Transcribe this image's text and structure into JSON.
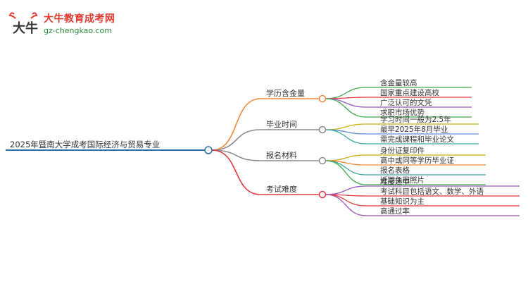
{
  "logo": {
    "title": "大牛教育成考网",
    "url": "gz-chengkao.com",
    "mark_text": "大牛"
  },
  "mindmap": {
    "root": "2025年暨南大学成考国际经济与贸易专业",
    "branches": [
      {
        "label": "学历含金量",
        "color": "#f5893a",
        "children": [
          {
            "label": "含金量较高",
            "color": "#3ea84a"
          },
          {
            "label": "国家重点建设高校",
            "color": "#e0383e"
          },
          {
            "label": "广泛认可的文凭",
            "color": "#9b59b6"
          },
          {
            "label": "求职市场优势",
            "color": "#3ea84a"
          }
        ]
      },
      {
        "label": "毕业时间",
        "color": "#8c8c8c",
        "children": [
          {
            "label": "学习时间一般为2.5年",
            "color": "#c9b11a"
          },
          {
            "label": "最早2025年8月毕业",
            "color": "#5b8fd6"
          },
          {
            "label": "需完成课程和毕业论文",
            "color": "#3aa6a0"
          }
        ]
      },
      {
        "label": "报名材料",
        "color": "#8c8c8c",
        "children": [
          {
            "label": "身份证复印件",
            "color": "#c9b11a"
          },
          {
            "label": "高中或同等学历毕业证",
            "color": "#f5893a"
          },
          {
            "label": "报名表格",
            "color": "#3aa6a0"
          },
          {
            "label": "近期免冠照片",
            "color": "#3ea84a"
          }
        ]
      },
      {
        "label": "考试难度",
        "color": "#e0383e",
        "children": [
          {
            "label": "难度适中",
            "color": "#9b59b6"
          },
          {
            "label": "考试科目包括语文、数学、外语",
            "color": "#e0383e"
          },
          {
            "label": "基础知识为主",
            "color": "#e0383e"
          },
          {
            "label": "高通过率",
            "color": "#9b59b6"
          }
        ]
      }
    ],
    "root_color": "#2f6fb0"
  }
}
